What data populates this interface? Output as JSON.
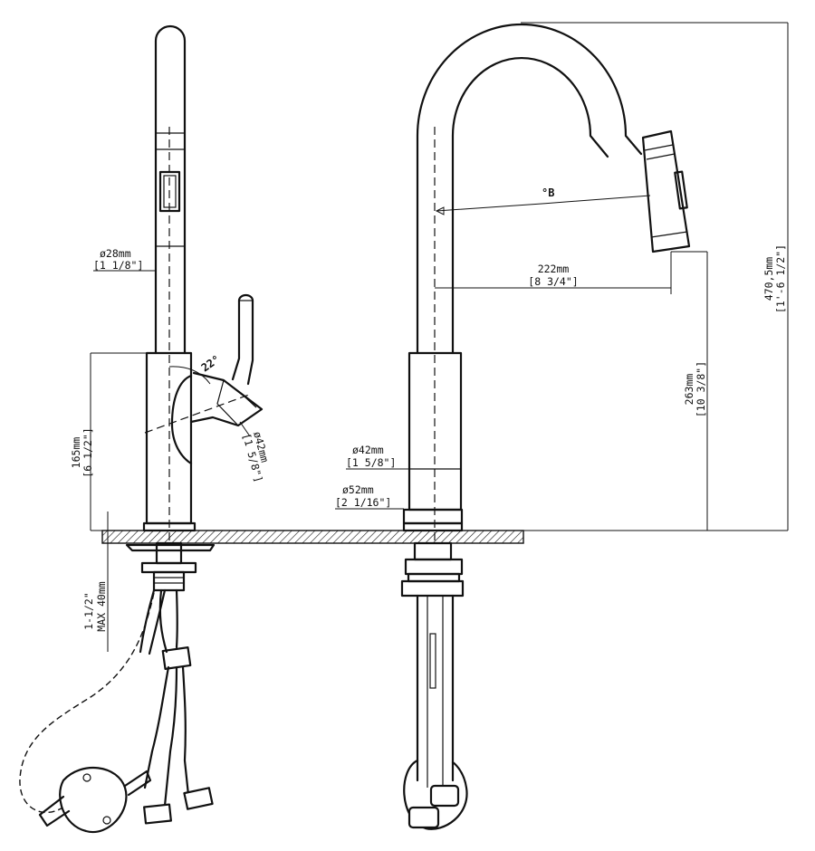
{
  "dimensions": {
    "spout_diameter": {
      "metric": "ø28mm",
      "imperial": "[1 1/8\"]"
    },
    "body_height": {
      "metric": "165mm",
      "imperial": "[6 1/2\"]"
    },
    "handle_angle": "22°",
    "handle_diameter": {
      "metric": "ø42mm",
      "imperial": "[1 5/8\"]"
    },
    "deck_thickness": {
      "imperial": "1-1/2\"",
      "metric": "MAX 40mm"
    },
    "swivel_angle": "°B",
    "reach": {
      "metric": "222mm",
      "imperial": "[8 3/4\"]"
    },
    "spout_clearance": {
      "metric": "263mm",
      "imperial": "[10 3/8\"]"
    },
    "overall_height": {
      "metric": "470,5mm",
      "imperial": "[1'-6 1/2\"]"
    },
    "body_diameter": {
      "metric": "ø42mm",
      "imperial": "[1 5/8\"]"
    },
    "base_diameter": {
      "metric": "ø52mm",
      "imperial": "[2 1/16\"]"
    }
  },
  "colors": {
    "line": "#111111",
    "background": "#ffffff"
  }
}
